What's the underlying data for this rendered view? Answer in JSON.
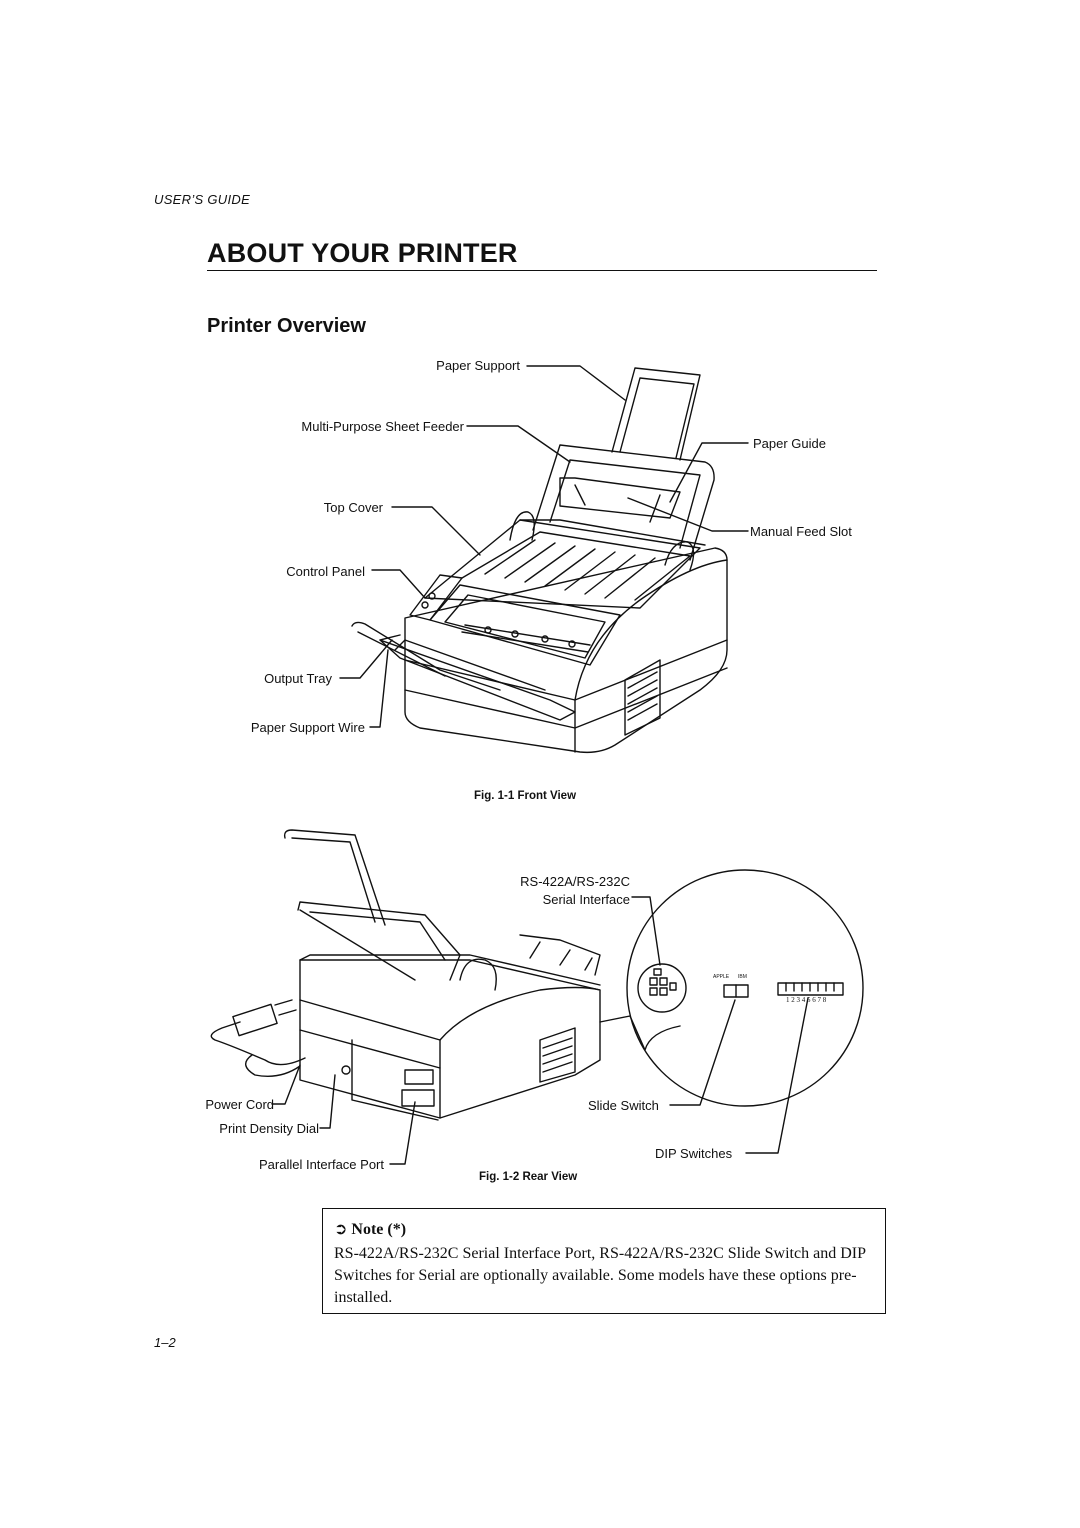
{
  "header": {
    "guide_label": "USER’S GUIDE"
  },
  "chapter": {
    "title": "ABOUT YOUR PRINTER"
  },
  "section": {
    "title": "Printer Overview"
  },
  "front_view": {
    "labels": {
      "paper_support": "Paper Support",
      "sheet_feeder": "Multi-Purpose Sheet Feeder",
      "paper_guide": "Paper Guide",
      "top_cover": "Top Cover",
      "manual_feed_slot": "Manual Feed Slot",
      "control_panel": "Control Panel",
      "output_tray": "Output Tray",
      "paper_support_wire": "Paper Support Wire"
    },
    "caption": "Fig. 1-1 Front View"
  },
  "rear_view": {
    "labels": {
      "serial_interface_line1": "RS-422A/RS-232C",
      "serial_interface_line2": "Serial Interface",
      "power_cord": "Power Cord",
      "print_density_dial": "Print Density Dial",
      "parallel_interface_port": "Parallel Interface Port",
      "slide_switch": "Slide Switch",
      "dip_switches": "DIP Switches",
      "switch_apple": "APPLE",
      "switch_ibm": "IBM",
      "dip_numbers": "1 2 3 4 5 6 7 8"
    },
    "caption": "Fig. 1-2 Rear View"
  },
  "note": {
    "title": "Note (*)",
    "text": "RS-422A/RS-232C Serial Interface Port, RS-422A/RS-232C Slide Switch and DIP Switches for Serial are optionally available. Some models have these options pre-installed."
  },
  "footer": {
    "page_number": "1–2"
  }
}
